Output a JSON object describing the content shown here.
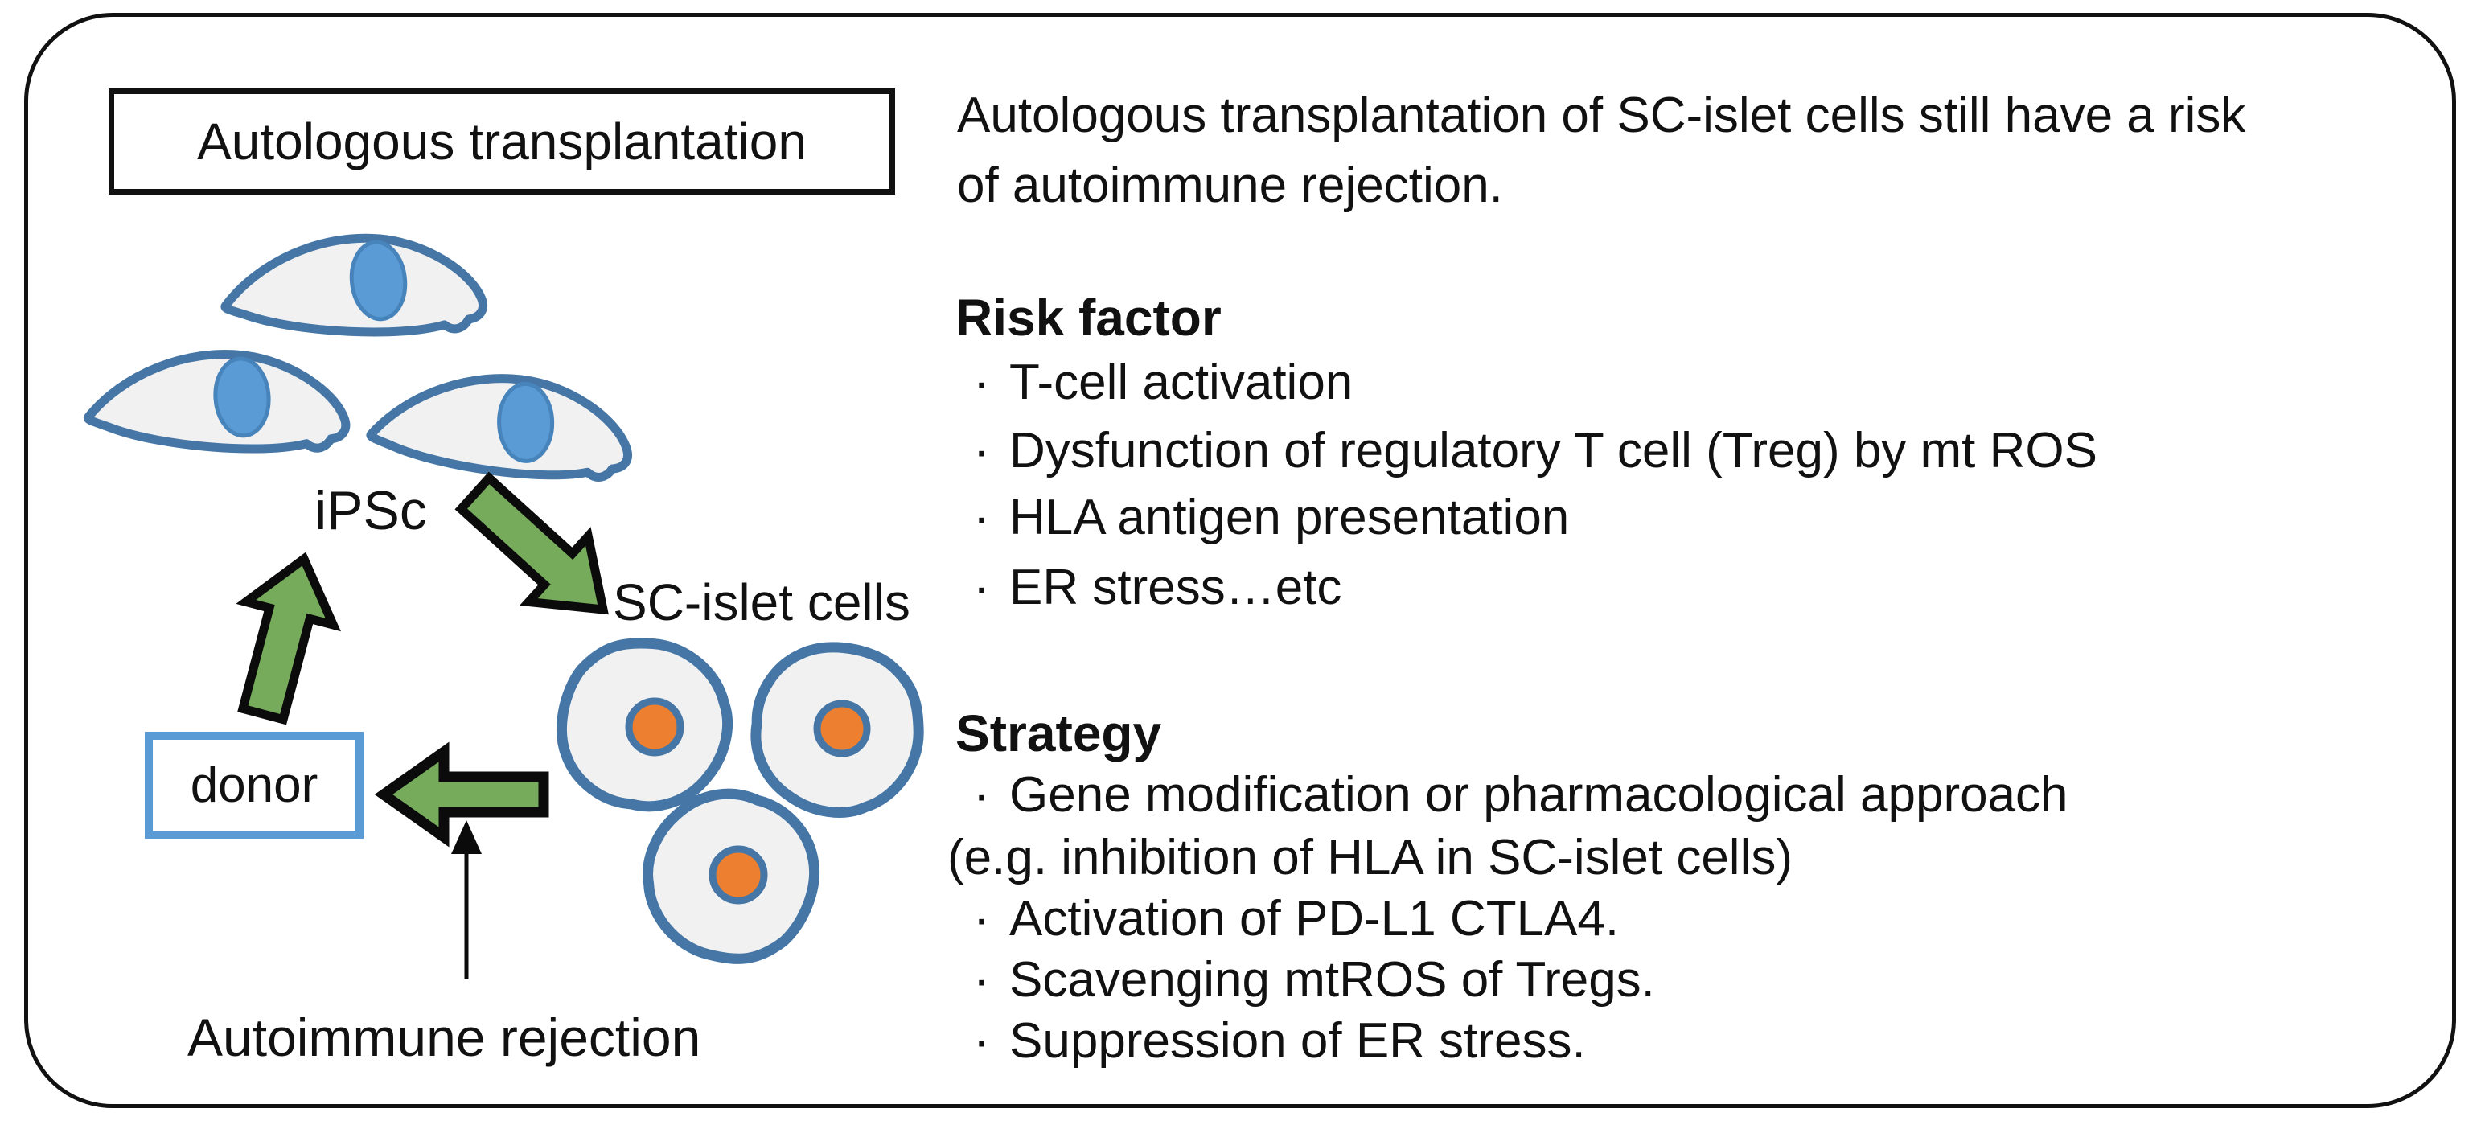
{
  "figure": {
    "title_box_label": "Autologous transplantation",
    "ipsc_label": "iPSc",
    "sc_islet_label": "SC-islet cells",
    "donor_label": "donor",
    "autoimmune_label": "Autoimmune rejection"
  },
  "panel": {
    "bullet_char": "·",
    "intro_lines": [
      "Autologous transplantation of SC-islet cells still have a risk",
      "of autoimmune rejection."
    ],
    "risk": {
      "heading": "Risk factor",
      "items": [
        "T-cell activation",
        "Dysfunction of regulatory T cell (Treg) by mt ROS",
        "HLA antigen presentation",
        "ER stress…etc"
      ]
    },
    "strategy": {
      "heading": "Strategy",
      "items": [
        "Gene modification or pharmacological approach",
        "Activation of PD-L1 CTLA4.",
        "Scavenging mtROS of Tregs.",
        "Suppression of ER stress."
      ],
      "note": "(e.g. inhibition of HLA in SC-islet cells)"
    }
  },
  "colors": {
    "frame_black": "#111111",
    "arrow_green": "#76AB5C",
    "cell_outline_blue": "#4576A6",
    "cell_fill_gray": "#F1F1F1",
    "nucleus_blue": "#5A9BD5",
    "nucleus_orange": "#EC8030",
    "donor_border_blue": "#5B9BD5"
  }
}
